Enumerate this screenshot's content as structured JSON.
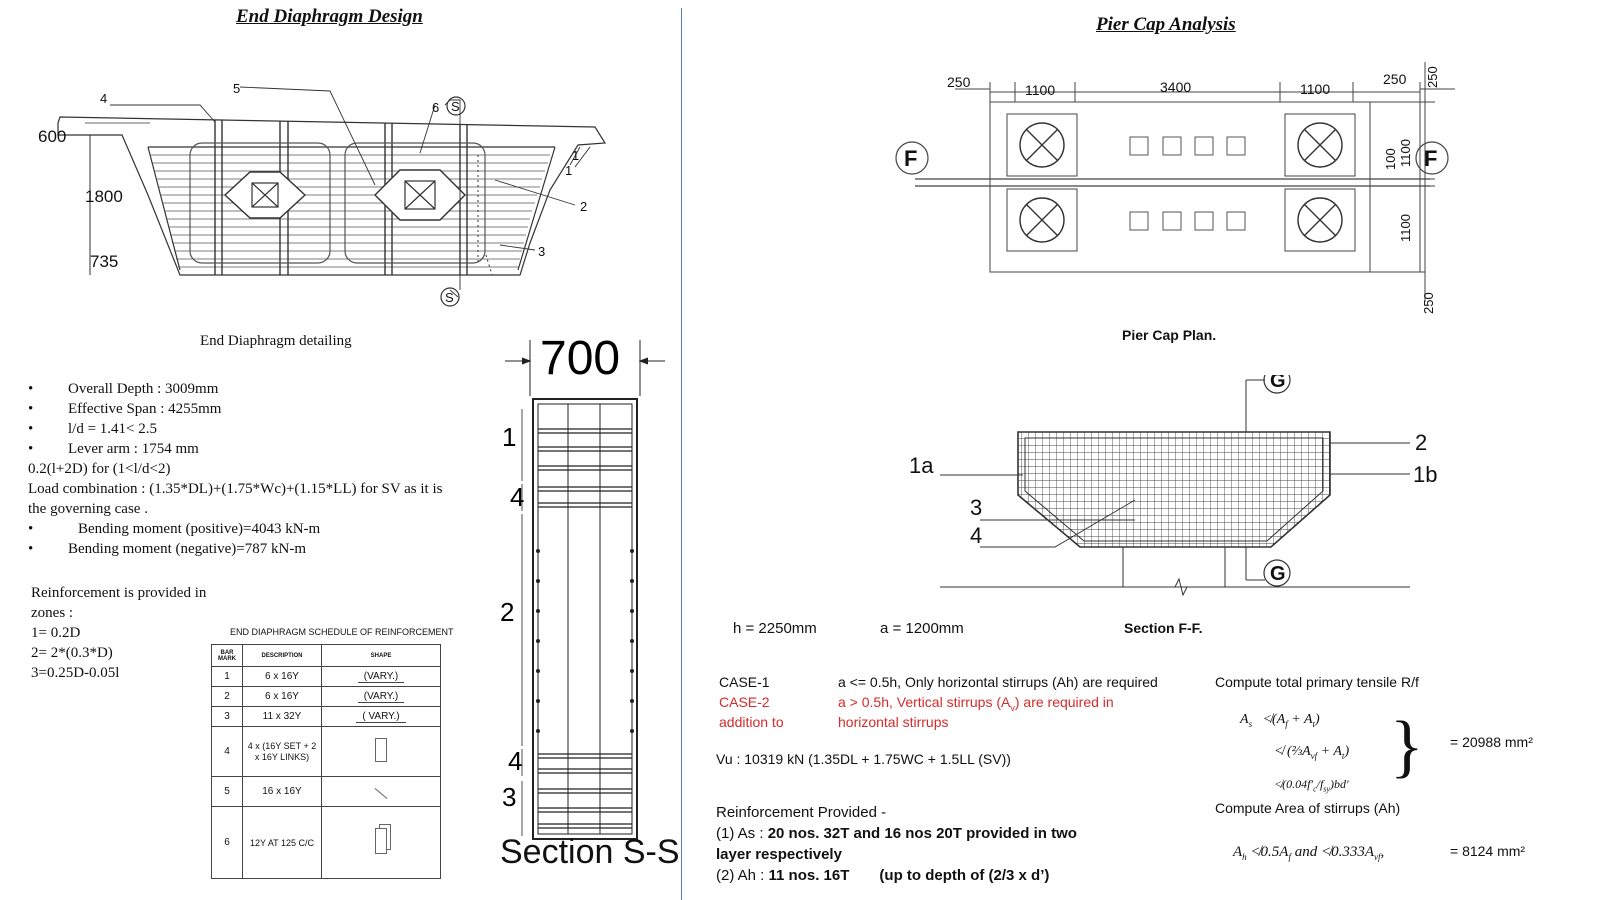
{
  "left": {
    "title": "End Diaphragm  Design",
    "figure1": {
      "caption": "End Diaphragm detailing",
      "dims": [
        "600",
        "1800",
        "735"
      ],
      "marks": [
        "4",
        "5",
        "6",
        "S",
        "S",
        "1",
        "1",
        "2",
        "3"
      ]
    },
    "bullets": [
      "Overall Depth : 3009mm",
      "Effective Span : 4255mm",
      "l/d = 1.41< 2.5",
      "Lever arm : 1754 mm"
    ],
    "lines": [
      "0.2(l+2D) for (1<l/d<2)",
      "Load combination : (1.35*DL)+(1.75*Wc)+(1.15*LL) for SV as it is",
      "the governing case ."
    ],
    "bullets2": [
      "Bending  moment (positive)=4043 kN-m",
      "Bending moment (negative)=787 kN-m"
    ],
    "zones": {
      "line1": "Reinforcement is provided in",
      "line2": "zones :",
      "z1": "1= 0.2D",
      "z2": "2= 2*(0.3*D)",
      "z3": "3=0.25D-0.05l"
    },
    "schedule": {
      "title": "END DIAPHRAGM SCHEDULE OF  REINFORCEMENT",
      "headers": [
        "BAR MARK",
        "DESCRIPTION",
        "SHAPE"
      ],
      "rows": [
        {
          "mark": "1",
          "desc": "6 x 16Y",
          "shape": "(VARY.)"
        },
        {
          "mark": "2",
          "desc": "6 x 16Y",
          "shape": "(VARY.)"
        },
        {
          "mark": "3",
          "desc": "11 x 32Y",
          "shape": "( VARY.)"
        },
        {
          "mark": "4",
          "desc": "4 x (16Y SET + 2 x 16Y LINKS)",
          "shape": ""
        },
        {
          "mark": "5",
          "desc": "16 x 16Y",
          "shape": ""
        },
        {
          "mark": "6",
          "desc": "12Y AT 125 C/C",
          "shape": ""
        }
      ]
    },
    "section": {
      "width_dim": "700",
      "zone_labels": [
        "1",
        "4",
        "2",
        "4",
        "3"
      ],
      "caption": "Section S-S"
    }
  },
  "right": {
    "title": "Pier Cap Analysis",
    "plan": {
      "dims_top": [
        "250",
        "1100",
        "3400",
        "1100",
        "250"
      ],
      "dims_right": [
        "250",
        "100",
        "1100",
        "1100",
        "250"
      ],
      "section_marks": [
        "F",
        "F"
      ],
      "caption": "Pier Cap Plan."
    },
    "section": {
      "marks": [
        "G",
        "G"
      ],
      "labels": [
        "1a",
        "2",
        "1b",
        "3",
        "4"
      ],
      "caption": "Section F-F."
    },
    "h_text": "h = 2250mm",
    "a_text": "a  = 1200mm",
    "cases": {
      "case1_label": "CASE-1",
      "case1_text": "a <= 0.5h, Only horizontal stirrups (Ah) are required",
      "case2_label": "CASE-2",
      "case2_text": "a > 0.5h, Vertical stirrups (A",
      "case2_sub": "v",
      "case2_text_b": ") are required in",
      "case2_label2": "addition to",
      "case2_text2": "horizontal stirrups"
    },
    "vu_text": "Vu : 10319 kN (1.35DL + 1.75WC + 1.5LL (SV))",
    "provided": {
      "heading": "Reinforcement Provided -",
      "p1_prefix": "(1)  As : ",
      "p1_bold": "20 nos. 32T and 16 nos 20T provided in two",
      "p1_bold2": "layer respectively",
      "p2_prefix": "(2)  Ah : ",
      "p2_bold": "11 nos. 16T",
      "p2_rest": "(up to depth of (2/3 x d’)"
    },
    "compute1": {
      "heading": "Compute total primary tensile R/f",
      "result": "= 20988 mm²"
    },
    "compute2": {
      "heading": "Compute Area of stirrups (Ah)",
      "result": "= 8124 mm²"
    }
  }
}
